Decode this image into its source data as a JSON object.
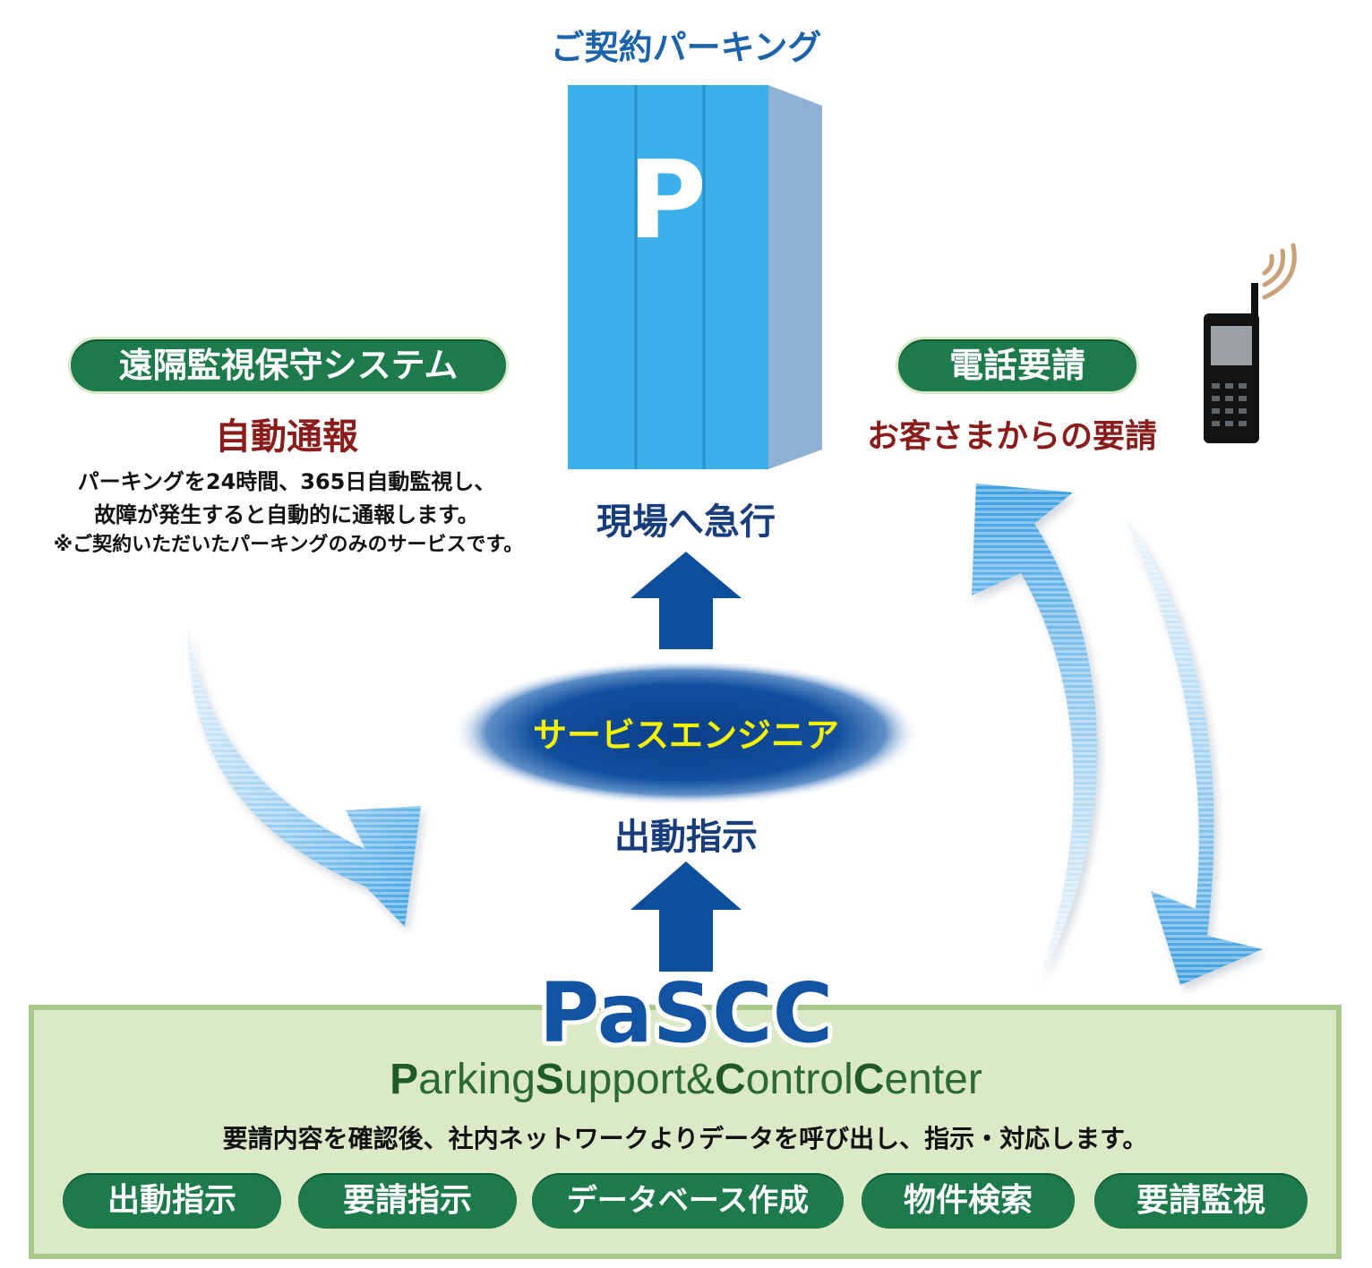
{
  "parking": {
    "title": "ご契約パーキング",
    "sign": "P"
  },
  "remote": {
    "pill": "遠隔監視保守システム",
    "heading": "自動通報",
    "desc_line1": "パーキングを24時間、365日自動監視し、",
    "desc_line2": "故障が発生すると自動的に通報します。",
    "desc_line3": "※ご契約いただいたパーキングのみのサービスです。"
  },
  "phone": {
    "pill": "電話要請",
    "heading": "お客さまからの要請"
  },
  "rush_label": "現場へ急行",
  "engineer_label": "サービスエンジニア",
  "dispatch_label": "出動指示",
  "center": {
    "logo": "PaSCC",
    "full_name_parts": [
      {
        "cap": "P",
        "rest": "arking"
      },
      {
        "cap": "S",
        "rest": "upport&"
      },
      {
        "cap": "C",
        "rest": "ontrol"
      },
      {
        "cap": "C",
        "rest": "enter"
      }
    ],
    "desc": "要請内容を確認後、社内ネットワークよりデータを呼び出し、指示・対応します。",
    "buttons": [
      "出動指示",
      "要請指示",
      "データベース作成",
      "物件検索",
      "要請監視"
    ]
  },
  "colors": {
    "green_pill": "#1d7a4a",
    "navy": "#173d7d",
    "dark_red": "#8b1c1c",
    "building_front": "#3bb0ea",
    "building_side": "#8fb2d4",
    "arrow_dark": "#0d4f9c",
    "arrow_light": "#4aa8e6",
    "box_bg": "#dce9c7",
    "box_border": "#a9c98a",
    "engineer_text": "#f4f200"
  },
  "icons": [
    "parking-building-icon",
    "mobile-phone-icon",
    "signal-waves-icon",
    "up-arrow-icon",
    "curved-arrow-icon"
  ]
}
